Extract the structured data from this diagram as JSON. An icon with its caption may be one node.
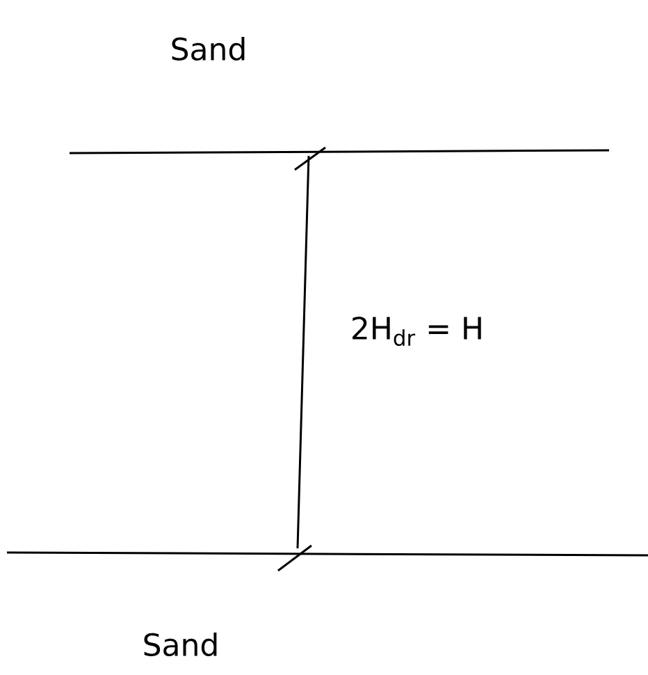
{
  "diagram": {
    "labels": [
      "Sand",
      "2H$_{dr}$ = H",
      "Sand"
    ]
  }
}
